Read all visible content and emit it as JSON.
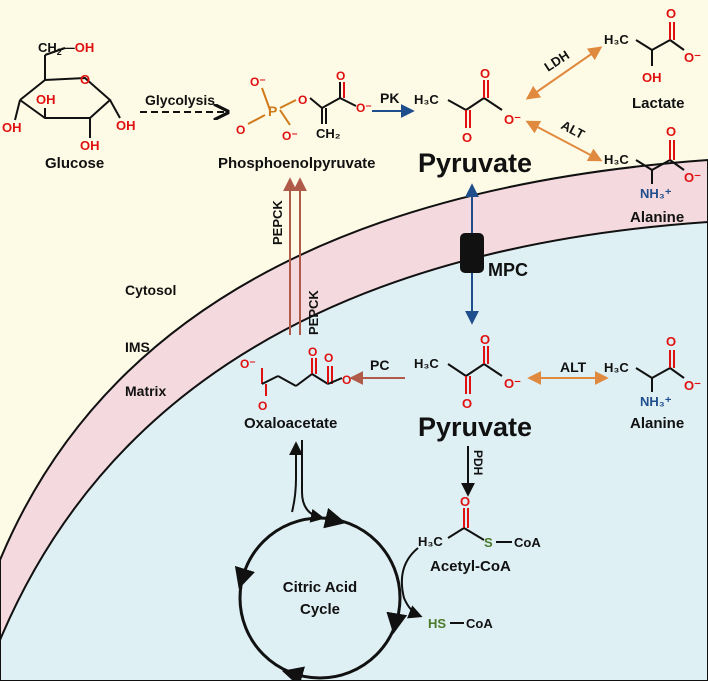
{
  "compartments": {
    "cytosol": "Cytosol",
    "ims": "IMS",
    "matrix": "Matrix"
  },
  "molecules": {
    "glucose": "Glucose",
    "pep": "Phosphoenolpyruvate",
    "pyruvate_cytosol": "Pyruvate",
    "lactate": "Lactate",
    "alanine_cytosol": "Alanine",
    "pyruvate_matrix": "Pyruvate",
    "oxaloacetate": "Oxaloacetate",
    "alanine_matrix": "Alanine",
    "acetyl_coa": "Acetyl-CoA",
    "hs_coa_hs": "HS",
    "hs_coa_coa": "CoA",
    "citric_acid_cycle_1": "Citric Acid",
    "citric_acid_cycle_2": "Cycle"
  },
  "enzymes": {
    "glycolysis": "Glycolysis",
    "pk": "PK",
    "ldh": "LDH",
    "alt_cytosol": "ALT",
    "mpc": "MPC",
    "pepck_1": "PEPCK",
    "pepck_2": "PEPCK",
    "pc": "PC",
    "alt_matrix": "ALT",
    "pdh": "PDH"
  },
  "atoms": {
    "oh": "OH",
    "o": "O",
    "o_minus": "O⁻",
    "p": "P",
    "ch2": "CH₂",
    "ch2_oh": "CH₂—OH",
    "h3c": "H₃C",
    "nh3": "NH₃⁺",
    "s": "S",
    "coa": "CoA"
  },
  "colors": {
    "background_cytosol": "#fdfbe6",
    "ims_membrane": "#f4dadf",
    "matrix": "#dff0f5",
    "oxygen_red": "#e01010",
    "nitrogen_blue": "#1f4e8c",
    "sulfur_green": "#4a7a2a",
    "phosphorus_orange": "#d07a1a",
    "arrow_blue": "#1f4e8c",
    "arrow_orange": "#e8a060",
    "arrow_brown": "#b05a4a"
  }
}
